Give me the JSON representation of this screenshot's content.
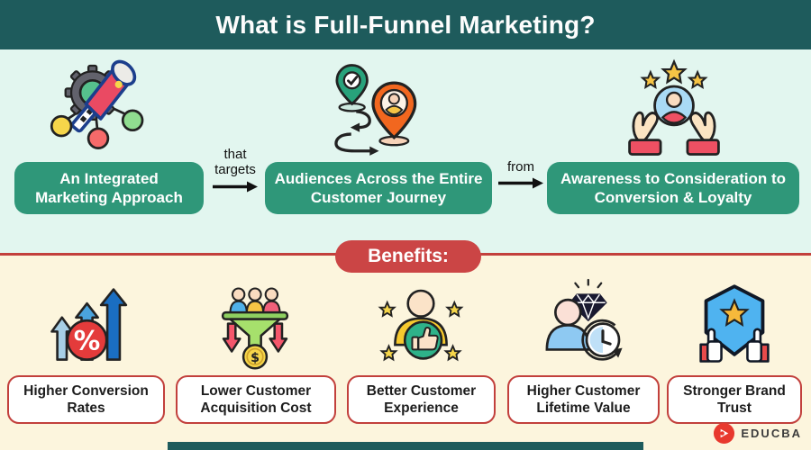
{
  "header": {
    "title": "What is Full-Funnel Marketing?"
  },
  "flow": {
    "steps": [
      {
        "label": "An Integrated Marketing Approach",
        "icon": "megaphone-gear-icon"
      },
      {
        "label": "Audiences Across the Entire Customer Journey",
        "icon": "customer-journey-pins-icon"
      },
      {
        "label": "Awareness to Consideration to Conversion & Loyalty",
        "icon": "hands-holding-customer-icon"
      }
    ],
    "connectors": [
      {
        "label": "that targets"
      },
      {
        "label": "from"
      }
    ]
  },
  "benefits": {
    "title": "Benefits:",
    "items": [
      {
        "label": "Higher Conversion Rates",
        "icon": "rising-arrows-percent-icon"
      },
      {
        "label": "Lower Customer Acquisition Cost",
        "icon": "funnel-dollar-icon"
      },
      {
        "label": "Better Customer Experience",
        "icon": "thumbs-up-customer-icon"
      },
      {
        "label": "Higher Customer Lifetime Value",
        "icon": "diamond-clock-customer-icon"
      },
      {
        "label": "Stronger Brand Trust",
        "icon": "shield-star-thumbs-icon"
      }
    ]
  },
  "footer": {
    "brand": "EDUCBA"
  },
  "colors": {
    "header_bg": "#1e5b5c",
    "top_section_bg": "#e2f6ef",
    "bottom_section_bg": "#fcf5dd",
    "step_box_bg": "#2f9779",
    "benefits_pill_bg": "#cb4545",
    "benefit_border": "#c2403c"
  }
}
